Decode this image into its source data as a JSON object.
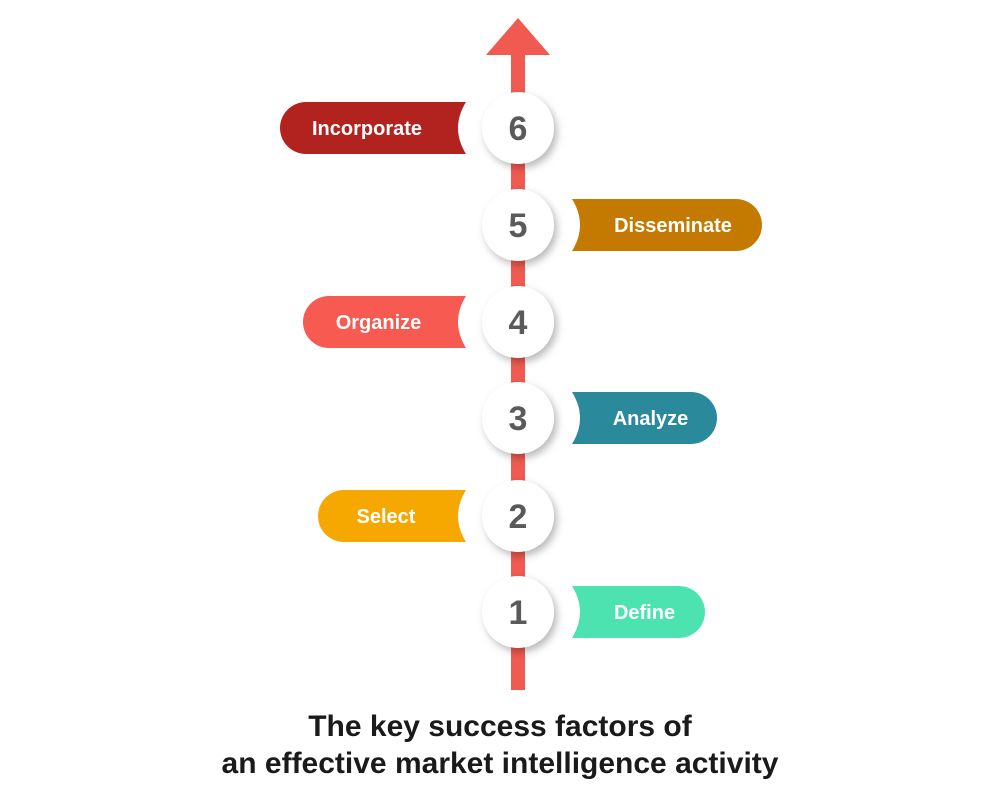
{
  "diagram": {
    "arrow_color": "#f05a50",
    "steps": [
      {
        "number": "1",
        "label": "Define",
        "color": "#4de3b0",
        "side": "right"
      },
      {
        "number": "2",
        "label": "Select",
        "color": "#f7a800",
        "side": "left"
      },
      {
        "number": "3",
        "label": "Analyze",
        "color": "#2a8a9c",
        "side": "right"
      },
      {
        "number": "4",
        "label": "Organize",
        "color": "#f65a50",
        "side": "left"
      },
      {
        "number": "5",
        "label": "Disseminate",
        "color": "#c47a00",
        "side": "right"
      },
      {
        "number": "6",
        "label": "Incorporate",
        "color": "#b22320",
        "side": "left"
      }
    ]
  },
  "caption": {
    "line1": "The key success factors of",
    "line2": "an effective market intelligence activity"
  }
}
